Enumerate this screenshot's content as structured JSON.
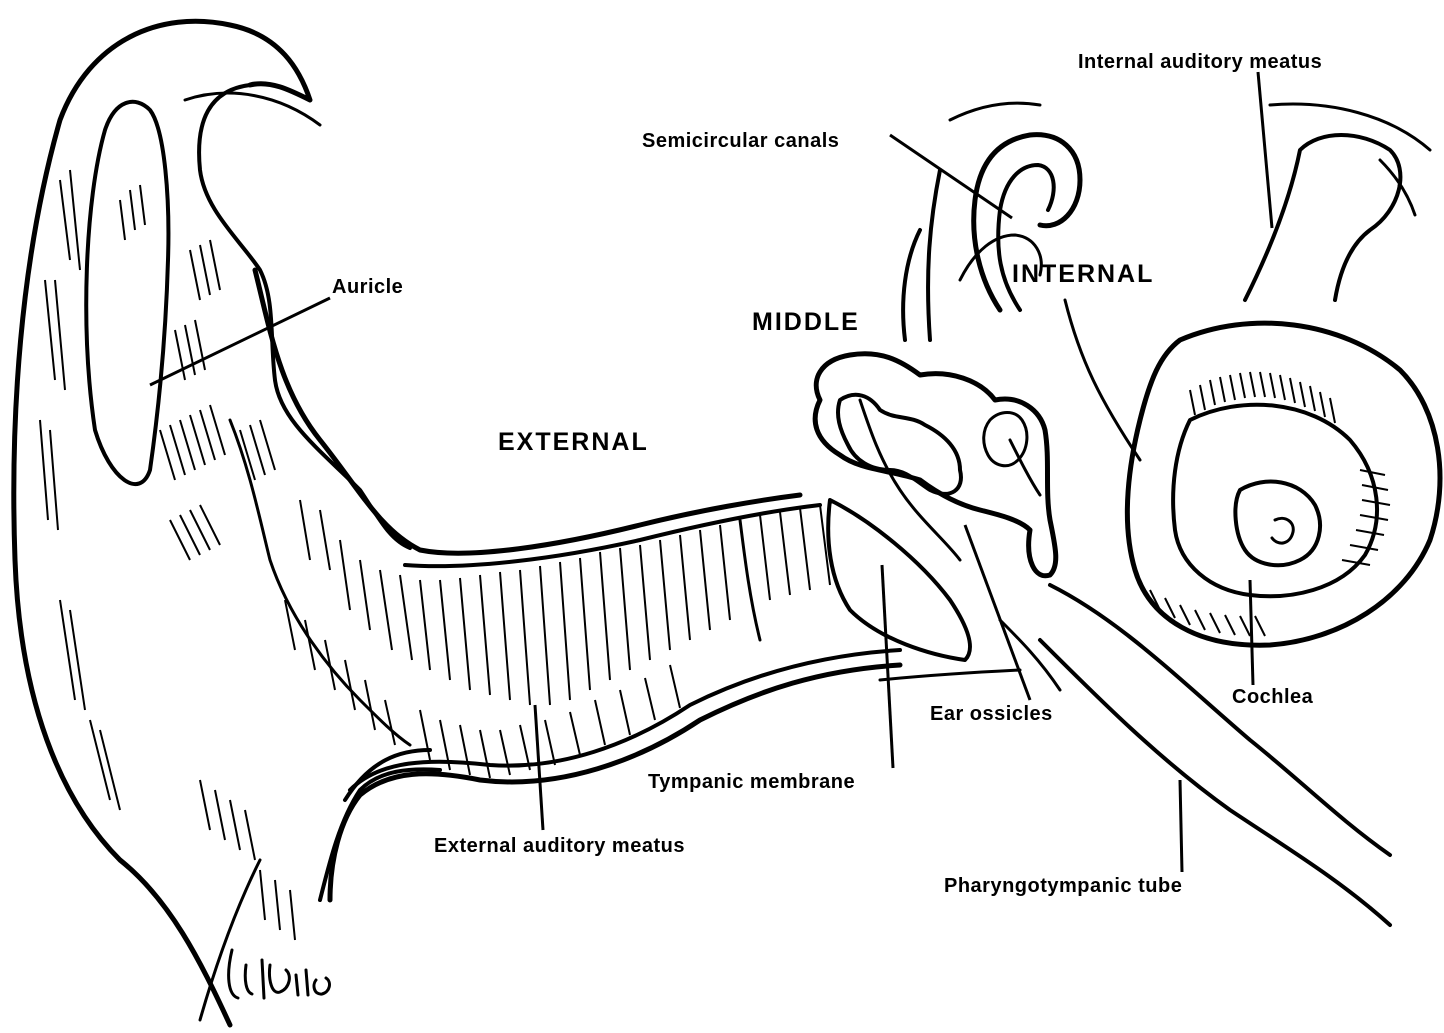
{
  "regions": {
    "external": "EXTERNAL",
    "middle": "MIDDLE",
    "internal": "INTERNAL"
  },
  "labels": {
    "internal_auditory_meatus": "Internal auditory meatus",
    "semicircular_canals": "Semicircular canals",
    "auricle": "Auricle",
    "ear_ossicles": "Ear ossicles",
    "cochlea": "Cochlea",
    "tympanic_membrane": "Tympanic membrane",
    "external_auditory_meatus": "External auditory meatus",
    "pharyngotympanic_tube": "Pharyngotympanic tube"
  },
  "signature": "L. hellw"
}
